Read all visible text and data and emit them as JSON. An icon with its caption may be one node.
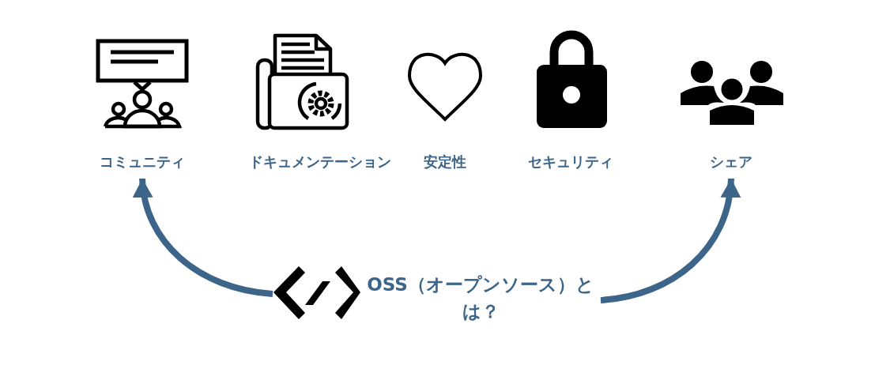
{
  "diagram": {
    "nodes": [
      {
        "text": [
          "コミュニティ"
        ]
      },
      {
        "text": [
          "ドキュメンテーション"
        ]
      },
      {
        "text": [
          "安定性"
        ]
      },
      {
        "text": [
          "セキュリティ"
        ]
      },
      {
        "text": [
          "シェア"
        ]
      },
      {
        "text": [
          "OSS（オープンソース）とは？"
        ]
      }
    ],
    "edges": [
      {
        "from": 5,
        "to": 0,
        "arrow": "to"
      },
      {
        "from": 5,
        "to": 4,
        "arrow": "to"
      }
    ]
  }
}
